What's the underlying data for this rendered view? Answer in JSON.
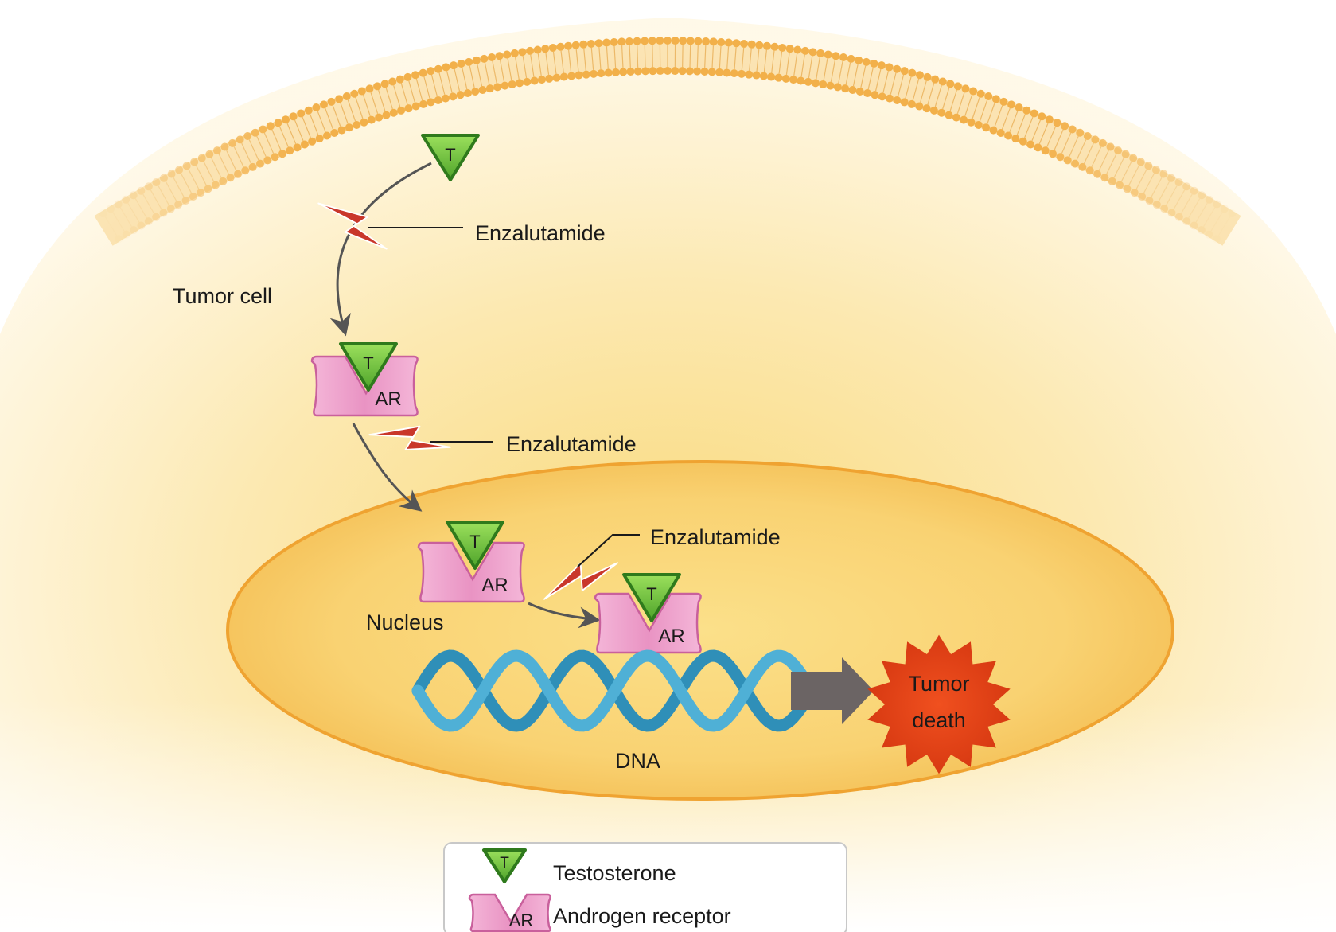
{
  "labels": {
    "enzalutamide_1": "Enzalutamide",
    "enzalutamide_2": "Enzalutamide",
    "enzalutamide_3": "Enzalutamide",
    "tumor_cell": "Tumor cell",
    "nucleus": "Nucleus",
    "dna": "DNA",
    "tumor_death_line1": "Tumor",
    "tumor_death_line2": "death"
  },
  "marks": {
    "testosterone": "T",
    "androgen_receptor": "AR"
  },
  "legend": {
    "testosterone_label": "Testosterone",
    "androgen_receptor_label": "Androgen receptor"
  },
  "colors": {
    "cell_fill": "#fbe3a0",
    "membrane": "#f2b04a",
    "nucleus_fill": "#f8cf68",
    "nucleus_border": "#efa331",
    "testosterone": "#6dbf3a",
    "testosterone_border": "#2f7a1c",
    "receptor": "#e99ac7",
    "receptor_border": "#c9609c",
    "enzalutamide": "#c9372a",
    "dna_front": "#4fb0d6",
    "dna_back": "#2f8fb8",
    "arrow": "#555555",
    "block_arrow": "#6b6464",
    "tumor_death": "#e04018"
  }
}
